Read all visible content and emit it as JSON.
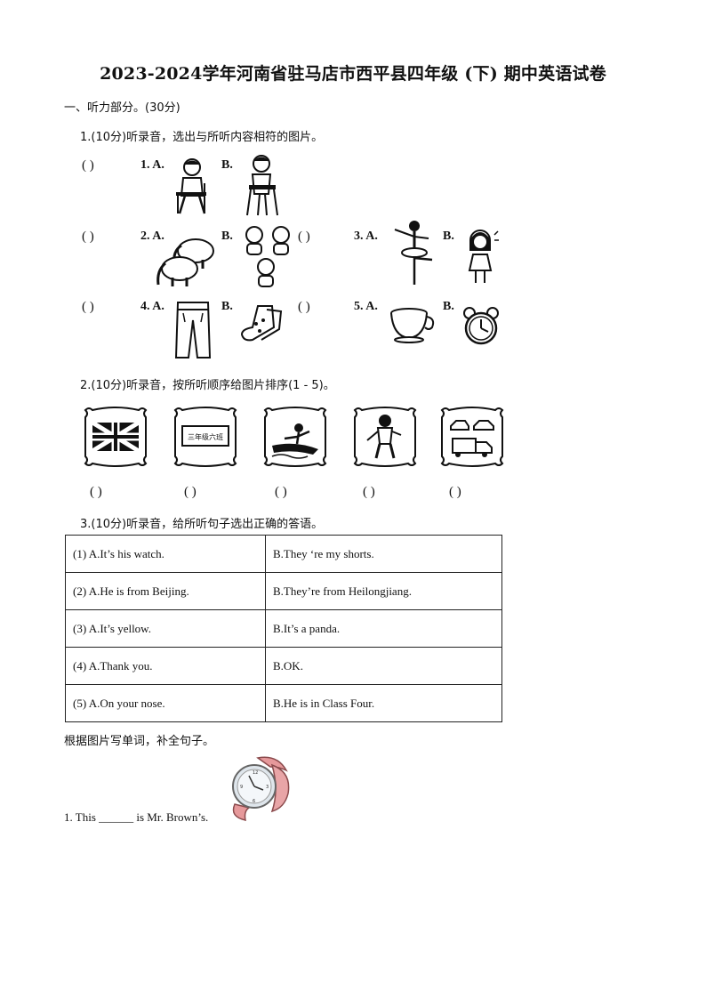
{
  "title": "2023-2024学年河南省驻马店市西平县四年级 (下) 期中英语试卷",
  "section1": "一、听力部分。(30分)",
  "q1": {
    "stem": "1.(10分)听录音，选出与所听内容相符的图片。",
    "blank": "(      )",
    "items": [
      {
        "num": "1. A.",
        "b": "B."
      },
      {
        "num": "2. A.",
        "b": "B."
      },
      {
        "num": "3. A.",
        "b": "B."
      },
      {
        "num": "4. A.",
        "b": "B."
      },
      {
        "num": "5. A.",
        "b": "B."
      }
    ]
  },
  "q2": {
    "stem": "2.(10分)听录音，按所听顺序给图片排序(1 - 5)。",
    "frame_text": "三年级六班",
    "blank": "(      )"
  },
  "q3": {
    "stem": "3.(10分)听录音，给所听句子选出正确的答语。",
    "rows": [
      {
        "a": "(1) A.It’s his watch.",
        "b": "B.They ‘re my shorts."
      },
      {
        "a": "(2) A.He is from Beijing.",
        "b": "B.They’re from Heilongjiang."
      },
      {
        "a": "(3) A.It’s yellow.",
        "b": "B.It’s a panda."
      },
      {
        "a": "(4) A.Thank you.",
        "b": "B.OK."
      },
      {
        "a": "(5) A.On your nose.",
        "b": "B.He is in Class Four."
      }
    ]
  },
  "section2": "根据图片写单词，补全句子。",
  "fill1": "1. This ______ is Mr. Brown’s."
}
